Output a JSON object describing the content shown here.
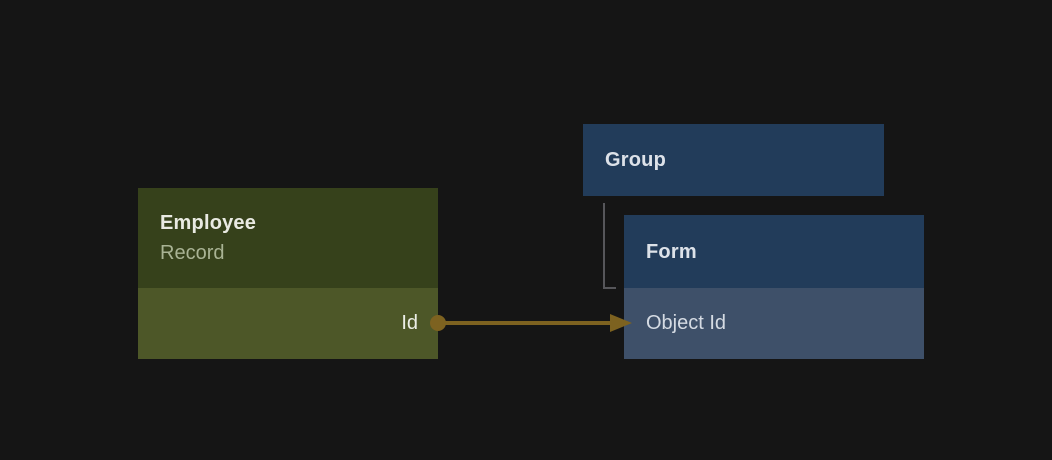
{
  "diagram": {
    "background_color": "#151515",
    "nodes": {
      "employee": {
        "title": "Employee",
        "subtitle": "Record",
        "field": "Id",
        "header_color": "#36411b",
        "row_color": "#4d5728",
        "title_color": "#e9eae2",
        "subtitle_color": "#a9b394"
      },
      "group": {
        "title": "Group",
        "header_color": "#223c5a",
        "title_color": "#dde2e9"
      },
      "form": {
        "title": "Form",
        "field": "Object Id",
        "header_color": "#223c5a",
        "row_color": "#3e5069",
        "field_color": "#d5dbe3"
      }
    },
    "connections": {
      "id_to_object_id": {
        "type": "arrow",
        "color": "#7d6220",
        "from_node": "Employee",
        "from_field": "Id",
        "to_node": "Form",
        "to_field": "Object Id"
      },
      "group_to_form": {
        "type": "elbow-line",
        "color": "#56565a",
        "from_node": "Group",
        "to_node": "Form"
      }
    }
  }
}
